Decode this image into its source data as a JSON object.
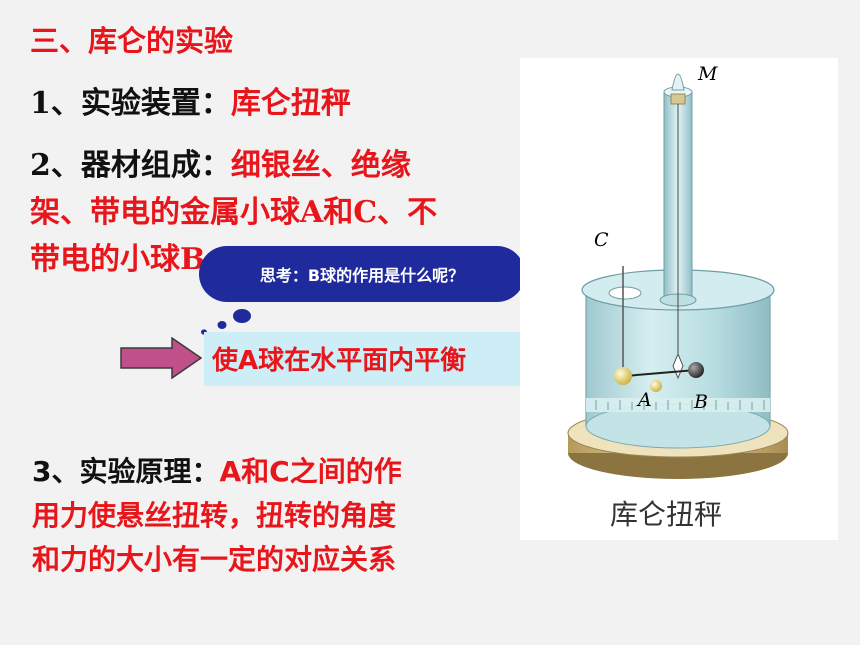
{
  "title": "三、库仑的实验",
  "item1": {
    "label": "1、实验装置：",
    "value": "库仑扭秤"
  },
  "item2": {
    "label": "2、器材组成：",
    "value_line1": "细银丝、绝缘",
    "value_line2": "架、带电的金属小球A和C、不",
    "value_line3": "带电的小球B"
  },
  "thought_bubble": "思考：B球的作用是什么呢？",
  "answer": "使A球在水平面内平衡",
  "item3": {
    "label": "3、实验原理：",
    "value_line1": "A和C之间的作",
    "value_line2": "用力使悬丝扭转，扭转的角度",
    "value_line3": "和力的大小有一定的对应关系"
  },
  "figure": {
    "caption": "库仑扭秤",
    "labels": {
      "M": "M",
      "C": "C",
      "A": "A",
      "B": "B"
    }
  },
  "colors": {
    "red": "#e8151b",
    "bubble": "#1f2a9c",
    "answer_bg": "#cdeef6",
    "arrow": "#c0508a"
  }
}
